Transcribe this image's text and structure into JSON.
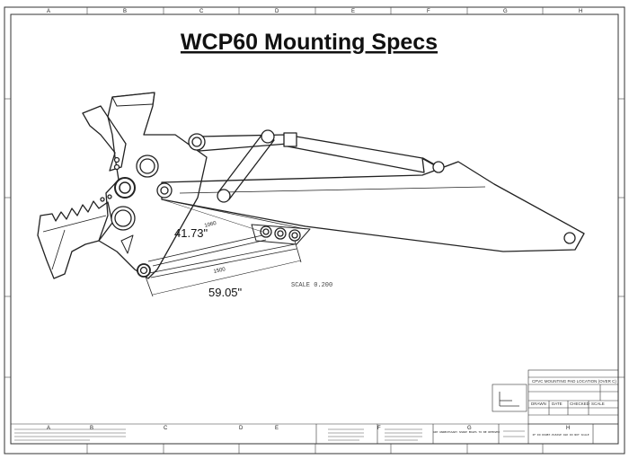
{
  "title": "WCP60 Mounting Specs",
  "dimensions": {
    "short_label": "41.73\"",
    "long_label": "59.05\"",
    "short_drawing_value": "1060",
    "long_drawing_value": "1500"
  },
  "scale_note": "SCALE 0.200",
  "zones_top": [
    "A",
    "B",
    "C",
    "D",
    "E",
    "F",
    "G",
    "H"
  ],
  "zones_bottom": [
    "A",
    "B",
    "C",
    "D",
    "E",
    "F",
    "G",
    "H"
  ],
  "title_block": {
    "drawing_title": "CPVC MOUNTING PAD LOCATION (OVER C)",
    "warning_edges": "ANY UNNECESSARY SHARP EDGES TO BE REMOVED",
    "warning_scale": "IF IN DOUBT-PLEASE ASK DO NOT SCALE",
    "col_drawn": "DRAWN",
    "col_date": "DATE",
    "col_checked": "CHECKED",
    "col_scale": "SCALE"
  },
  "colors": {
    "line": "#222222",
    "paper": "#ffffff",
    "title_text": "#111111"
  }
}
